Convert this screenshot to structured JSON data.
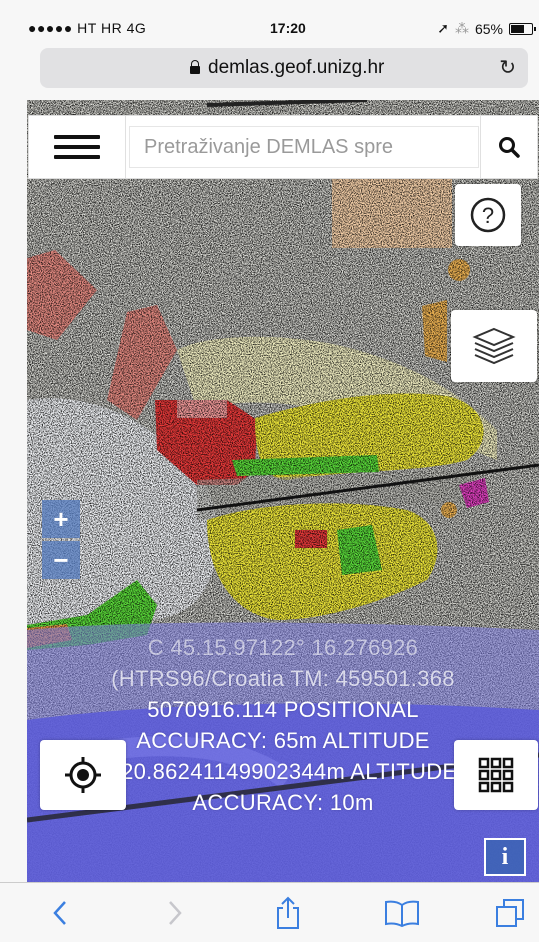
{
  "status_bar": {
    "carrier": "●●●●● HT HR  4G",
    "time": "17:20",
    "battery": "65%"
  },
  "browser": {
    "url": "demlas.geof.unizg.hr"
  },
  "search": {
    "placeholder": "Pretraživanje DEMLAS spre"
  },
  "controls": {
    "help_label": "?",
    "zoom_in": "+",
    "zoom_out": "−",
    "info_label": "i"
  },
  "position_info": {
    "lines": [
      "C 45.15.97122° 16.276926",
      "(HTRS96/Croatia TM: 459501.368",
      "5070916.114 POSITIONAL",
      "ACCURACY: 65m ALTITUDE",
      "120.86241149902344m ALTITUDE",
      "ACCURACY: 10m"
    ]
  },
  "icons": [
    "menu-icon",
    "search-icon",
    "help-icon",
    "layers-icon",
    "zoom-in-icon",
    "zoom-out-icon",
    "locate-icon",
    "grid-icon",
    "info-icon",
    "back-icon",
    "forward-icon",
    "share-icon",
    "bookmarks-icon",
    "tabs-icon"
  ],
  "colors": {
    "accent": "#4a78c8",
    "parcel_red": "#e83a3a",
    "parcel_yellow": "#efe83a",
    "parcel_green": "#5bdc3a",
    "overlay_blue": "#5a5ad8"
  }
}
